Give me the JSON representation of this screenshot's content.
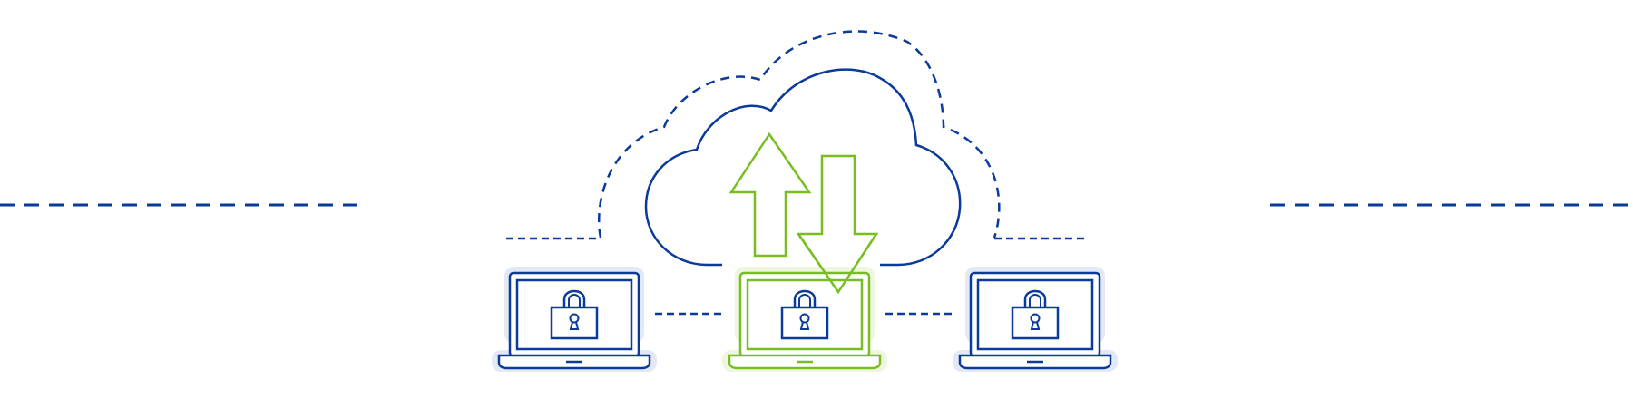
{
  "colors": {
    "background": "#ffffff",
    "primary_blue": "#0a3a9a",
    "accent_green": "#78be21",
    "blue_halo": "#e3e8f5",
    "green_halo": "#eef6e0"
  },
  "icons": {
    "cloud": "cloud-icon",
    "cloud_outline": "dashed-cloud-outline",
    "upload": "upload-arrow-icon",
    "download": "download-arrow-icon",
    "laptop": "laptop-icon",
    "lock": "padlock-icon"
  },
  "devices": [
    {
      "name": "laptop-left",
      "state": "secure",
      "highlight": false
    },
    {
      "name": "laptop-center",
      "state": "syncing",
      "highlight": true
    },
    {
      "name": "laptop-right",
      "state": "secure",
      "highlight": false
    }
  ]
}
